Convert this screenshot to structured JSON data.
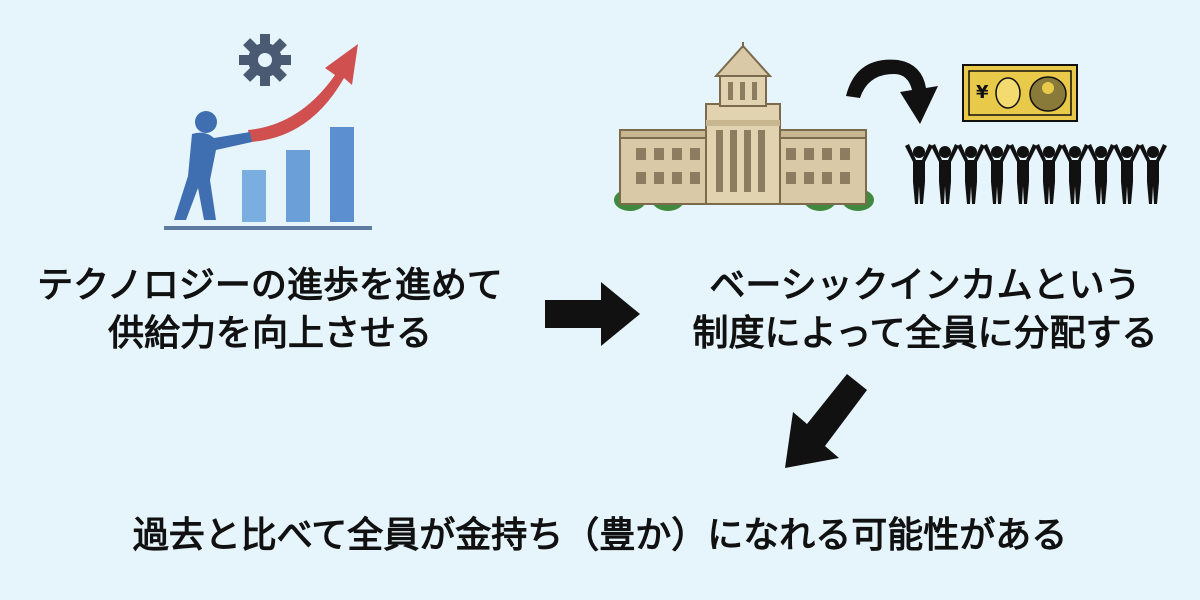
{
  "step1": {
    "line1": "テクノロジーの進歩を進めて",
    "line2": "供給力を向上させる",
    "icon": "growth-chart-person-gear-icon"
  },
  "step2": {
    "line1": "ベーシックインカムという",
    "line2": "制度によって全員に分配する",
    "icons": [
      "parliament-building-icon",
      "curved-arrow-icon",
      "yen-banknote-icon",
      "people-crowd-icon"
    ],
    "currency_symbol": "¥"
  },
  "step3": {
    "text": "過去と比べて全員が金持ち（豊か）になれる可能性がある"
  },
  "colors": {
    "background": "#e6f5fc",
    "text": "#111111",
    "arrow": "#111111",
    "chart_bar": "#6a9fd8",
    "trend_arrow": "#d05050",
    "building": "#d9c9a6",
    "banknote": "#e8c94a"
  }
}
